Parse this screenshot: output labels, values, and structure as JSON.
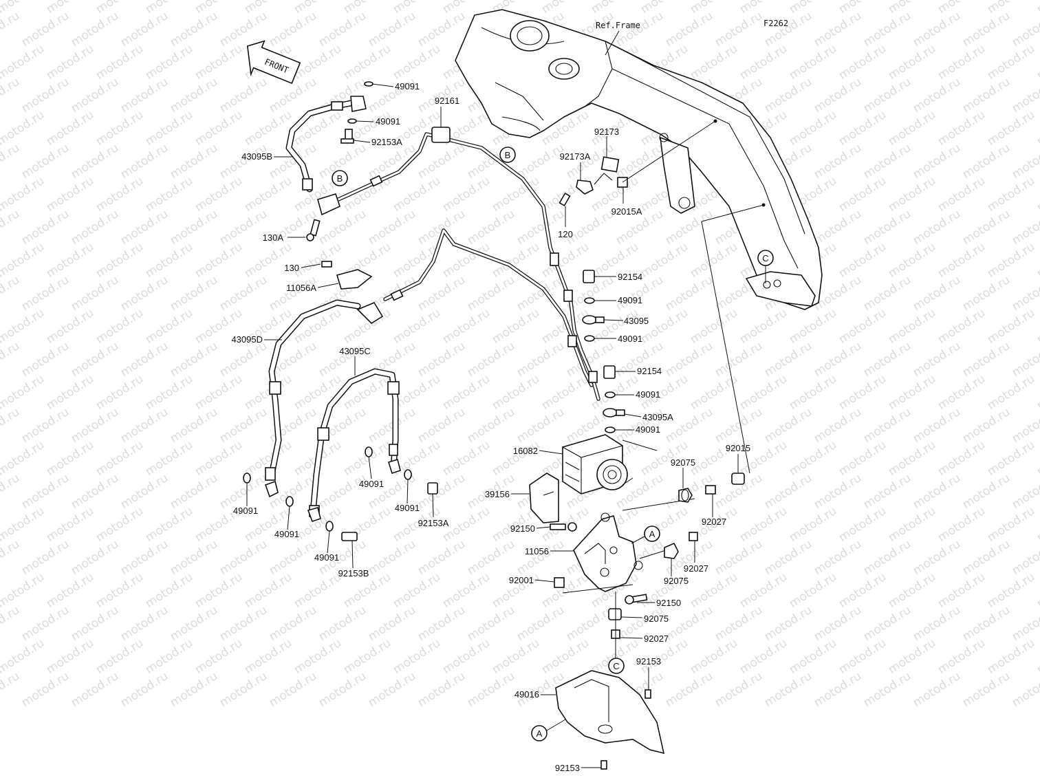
{
  "header": {
    "figure_code": "F2262",
    "ref_frame": "Ref.Frame"
  },
  "front_arrow": {
    "label": "FRONT"
  },
  "watermark": {
    "text": "motod.ru"
  },
  "refs": {
    "B_top": "B",
    "B_hose": "B",
    "C_frame": "C",
    "A_bracket": "A",
    "C_bracket": "C",
    "A_cover": "A"
  },
  "parts": {
    "p1": "49091",
    "p2": "49091",
    "p3": "92153A",
    "p4": "43095B",
    "p5": "130A",
    "p6": "92161",
    "p7": "92173",
    "p8": "92173A",
    "p9": "92015A",
    "p10": "120",
    "p11": "130",
    "p12": "11056A",
    "p13": "92154",
    "p14": "49091",
    "p15": "43095",
    "p16": "49091",
    "p17": "43095D",
    "p18": "43095C",
    "p19": "92154",
    "p20": "49091",
    "p21": "43095A",
    "p22": "49091",
    "p23": "16082",
    "p24": "92075",
    "p25": "92015",
    "p26": "39156",
    "p27": "92027",
    "p28": "92150",
    "p29": "11056",
    "p30": "92027",
    "p31": "92075",
    "p32": "92001",
    "p33": "92150",
    "p34": "92075",
    "p35": "92027",
    "p36": "92153",
    "p37": "49016",
    "p38": "92153",
    "p39": "49091",
    "p40": "49091",
    "p41": "49091",
    "p42": "49091",
    "p43": "49091",
    "p44": "92153A",
    "p45": "92153B"
  }
}
